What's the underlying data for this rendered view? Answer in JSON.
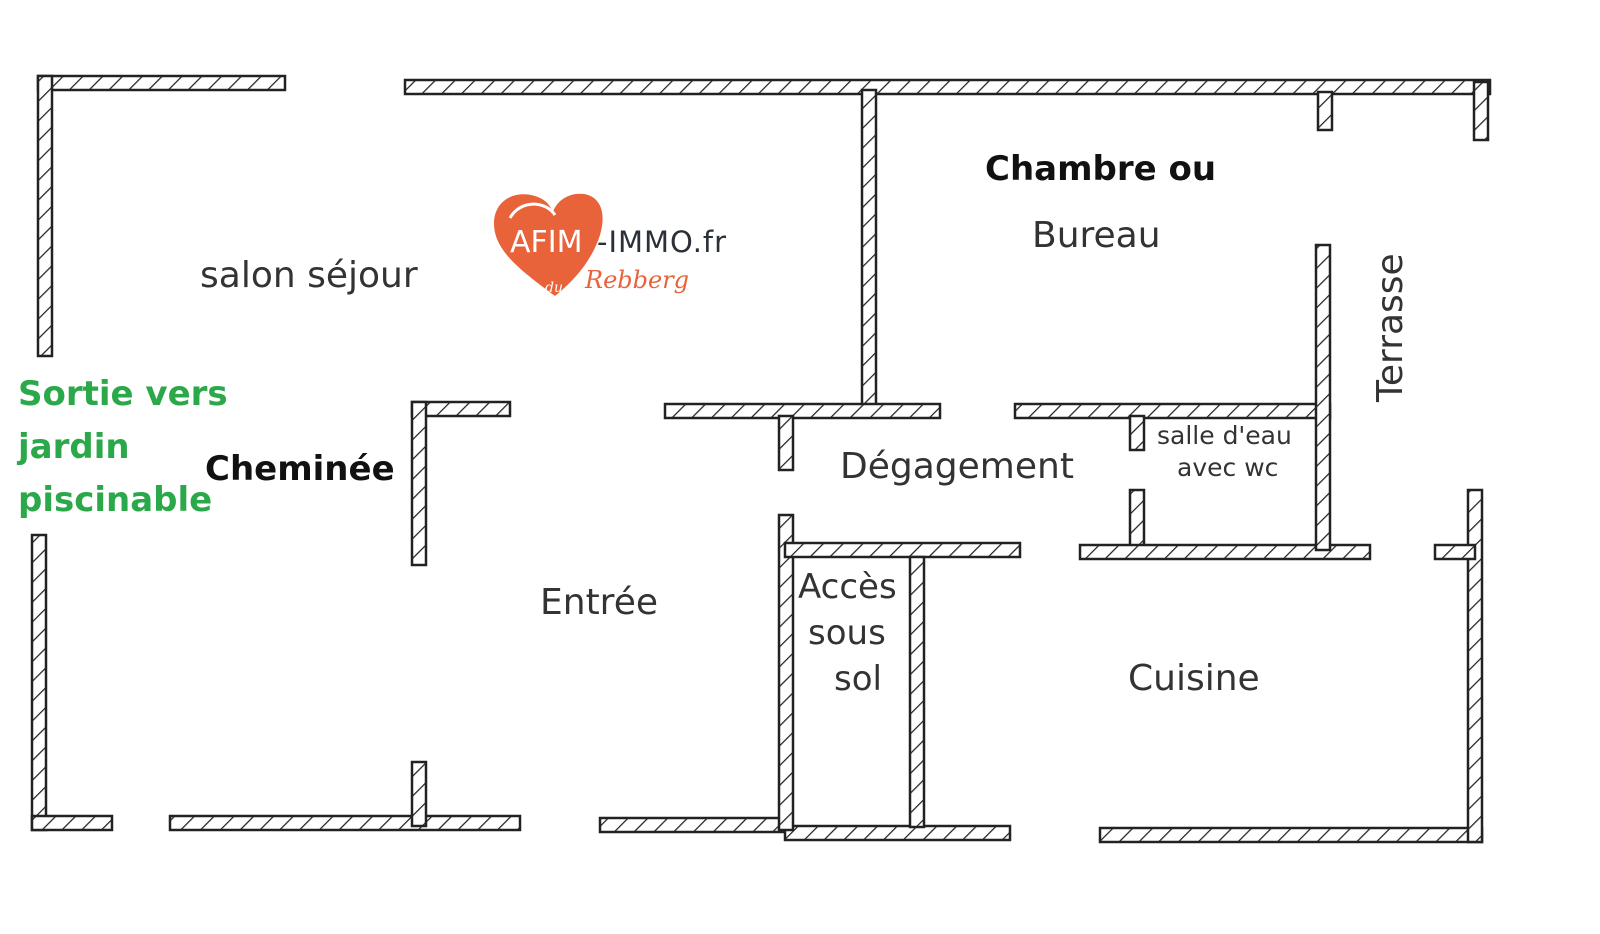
{
  "title": "Plan de l'appartement",
  "rooms": {
    "salon": "salon séjour",
    "chambre_line1": "Chambre ou",
    "chambre_line2": "Bureau",
    "terrasse": "Terrasse",
    "degagement": "Dégagement",
    "salle_eau_line1": "salle d'eau",
    "salle_eau_line2": "avec wc",
    "entree": "Entrée",
    "acces_line1": "Accès",
    "acces_line2": "sous",
    "acces_line3": "sol",
    "cuisine": "Cuisine",
    "cheminee": "Cheminée"
  },
  "exit_note": {
    "line1": "Sortie vers",
    "line2": "jardin",
    "line3": "piscinable"
  },
  "logo": {
    "brand_a": "AFIM",
    "brand_b": "-IMMO.fr",
    "sub_du": "du",
    "sub_name": "Rebberg"
  },
  "colors": {
    "exit_note": "#2aa84a",
    "logo_heart": "#e8623a",
    "logo_text": "#2b2f38"
  }
}
